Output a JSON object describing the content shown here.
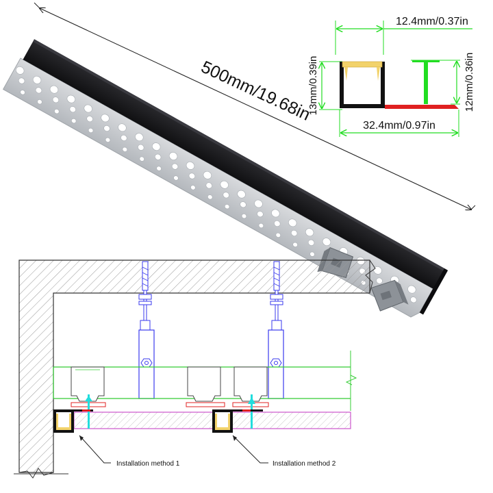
{
  "product": {
    "length_label": "500mm/19.68in"
  },
  "cross_section": {
    "top_width_label": "12.4mm/0.37in",
    "left_height_label": "13mm/0.39in",
    "right_height_label": "12mm/0.36in",
    "bottom_width_label": "32.4mm/0.97in"
  },
  "installation": {
    "method_1_label": "Installation method 1",
    "method_2_label": "Installation method 2"
  },
  "colors": {
    "profile_body": "#1c1c1e",
    "flange": "#c9ccd0",
    "dimension_green": "#22dd22",
    "led_strip": "#f2d26a",
    "red_flange": "#e02020",
    "hanger_blue": "#3a3aee",
    "ceiling_green": "#33cc33",
    "board_magenta": "#cc55cc",
    "light_beam_cyan": "#22dddd"
  }
}
